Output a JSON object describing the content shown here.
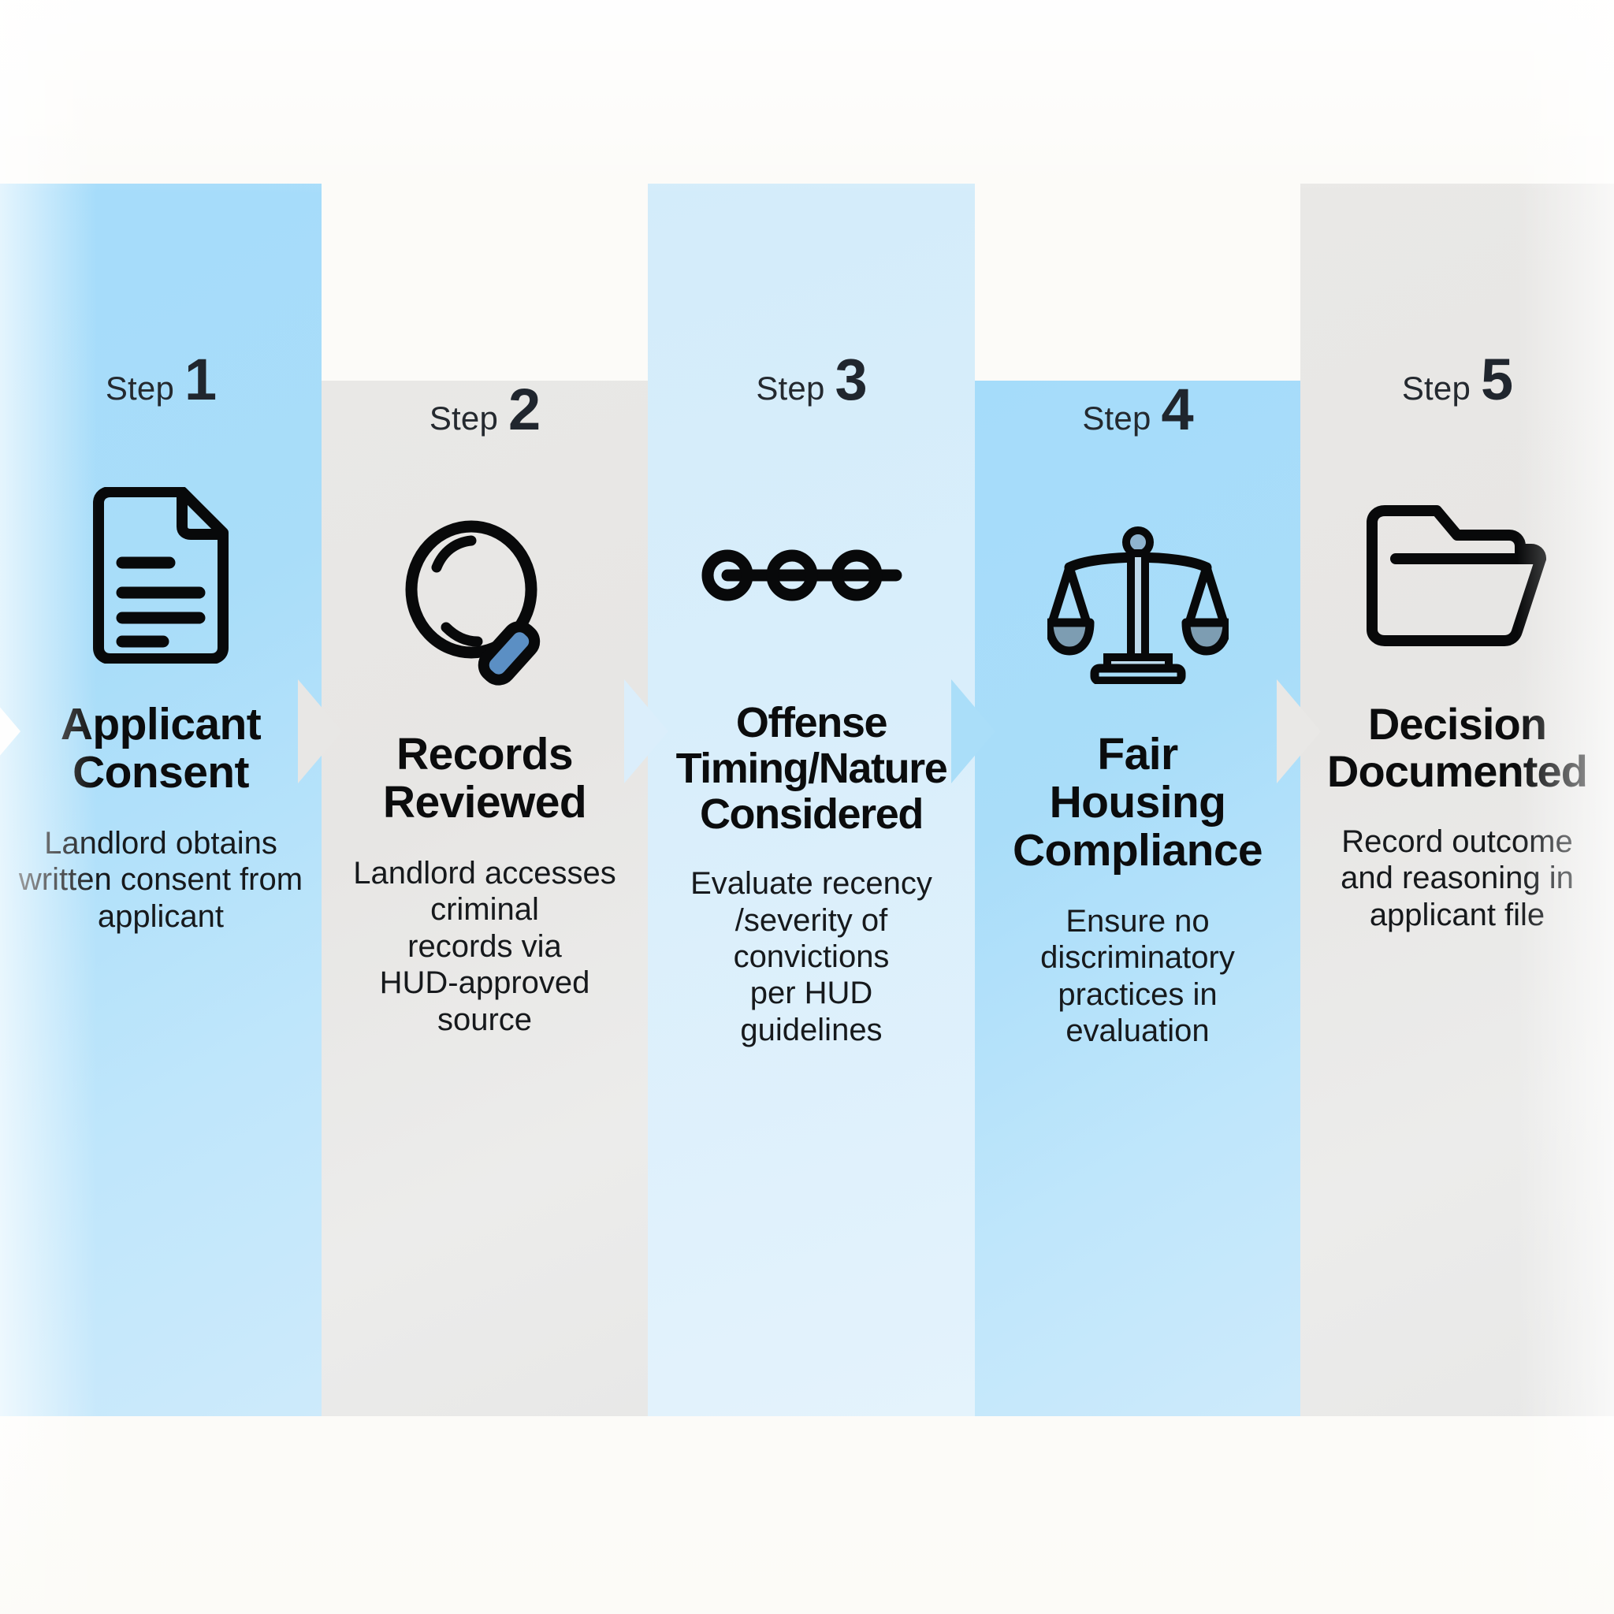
{
  "diagram": {
    "type": "horizontal-process-flow",
    "step_count": 5,
    "colors": {
      "background": "#fcfbf8",
      "panel_blue_strong": "#a9ddf9",
      "panel_blue_soft": "#d9eefb",
      "panel_gray": "#e8e7e5",
      "icon_stroke": "#000000",
      "icon_accent_blue": "#5b8fc4",
      "title_text": "#0b0c0d",
      "step_text": "#24292f"
    }
  },
  "steps": [
    {
      "eyebrow_word": "Step",
      "number": "1",
      "icon": "document-icon",
      "title": "Applicant\nConsent",
      "description": "Landlord obtains\nwritten consent from\napplicant",
      "panel_style": "blue-strong",
      "panel_height": "tall"
    },
    {
      "eyebrow_word": "Step",
      "number": "2",
      "icon": "magnifier-icon",
      "title": "Records\nReviewed",
      "description": "Landlord accesses\ncriminal\nrecords via\nHUD-approved\nsource",
      "panel_style": "gray",
      "panel_height": "short"
    },
    {
      "eyebrow_word": "Step",
      "number": "3",
      "icon": "timeline-icon",
      "title": "Offense\nTiming/Nature\nConsidered",
      "description": "Evaluate recency\n/severity of\nconvictions\nper HUD\nguidelines",
      "panel_style": "blue-soft",
      "panel_height": "tall"
    },
    {
      "eyebrow_word": "Step",
      "number": "4",
      "icon": "balance-scale-icon",
      "title": "Fair\nHousing\nCompliance",
      "description": "Ensure no\ndiscriminatory\npractices in\nevaluation",
      "panel_style": "blue-strong",
      "panel_height": "short"
    },
    {
      "eyebrow_word": "Step",
      "number": "5",
      "icon": "folder-icon",
      "title": "Decision\nDocumented",
      "description": "Record outcome\nand reasoning in\napplicant file",
      "panel_style": "gray",
      "panel_height": "tall"
    }
  ],
  "connectors": {
    "shape": "chevron-arrow",
    "count": 5,
    "fill_left_edge": "#ffffff"
  }
}
